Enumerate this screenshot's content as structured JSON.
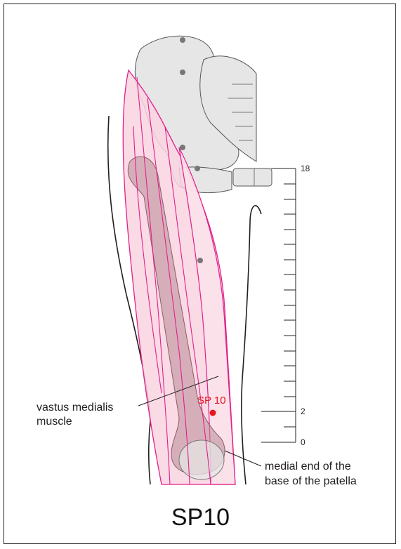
{
  "caption": "SP10",
  "point": {
    "label": "SP 10",
    "color": "#e4161d"
  },
  "labels": {
    "muscle_line1": "vastus medialis",
    "muscle_line2": "muscle",
    "patella_line1": "medial end of the",
    "patella_line2": "base of the patella"
  },
  "scale": {
    "top": "18",
    "mark": "2",
    "bottom": "0"
  },
  "colors": {
    "muscle_fill": "#f9d3e1",
    "muscle_line": "#e0218a",
    "bone": "#b88a96",
    "pelvis": "#e6e6e6",
    "outline": "#231f20"
  }
}
